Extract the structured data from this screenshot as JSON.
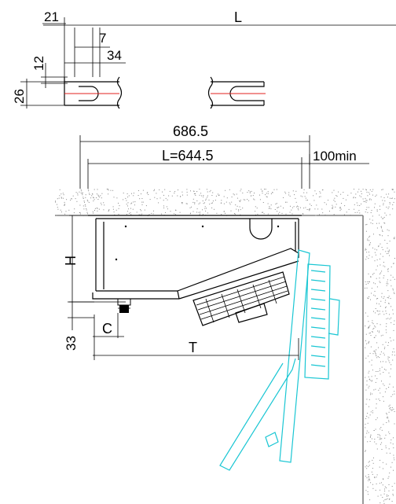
{
  "dimensions": {
    "top_21": "21",
    "top_7": "7",
    "top_34": "34",
    "top_L": "L",
    "side_12": "12",
    "side_26": "26",
    "overall_686": "686.5",
    "inner_L": "L=644.5",
    "clearance": "100min",
    "height_H": "H",
    "bottom_33": "33",
    "offset_C": "C",
    "depth_T": "T"
  },
  "colors": {
    "line": "#000000",
    "slot_center": "#e0201e",
    "open_position": "#19c6d3",
    "ceiling_speckle": "#888888"
  },
  "icons": {
    "fan_grille": "fan-grille-icon",
    "drain": "drain-fitting-icon"
  }
}
